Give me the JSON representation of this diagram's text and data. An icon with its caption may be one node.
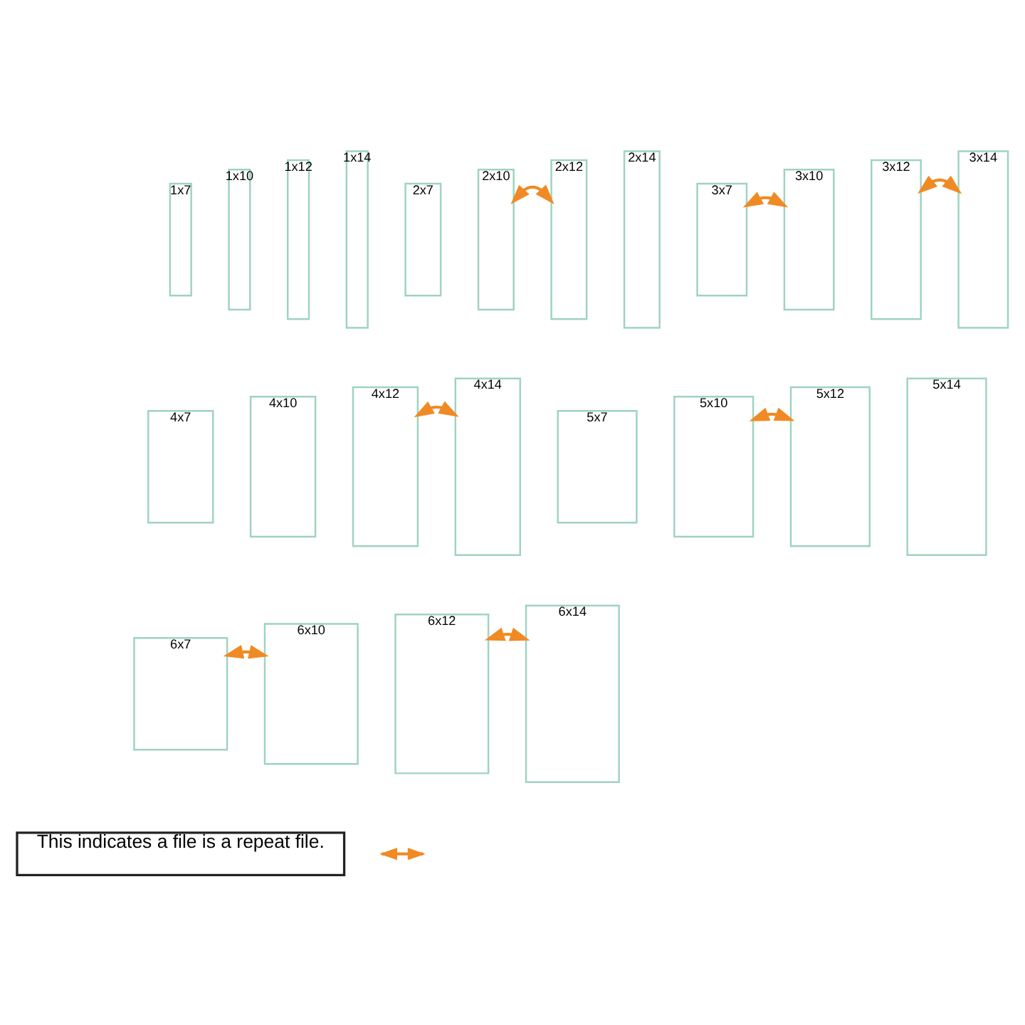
{
  "diagram": {
    "nodes": [
      {
        "text": [
          "1x7"
        ]
      },
      {
        "text": [
          "1x10"
        ]
      },
      {
        "text": [
          "1x12"
        ]
      },
      {
        "text": [
          "1x14"
        ]
      },
      {
        "text": [
          "2x7"
        ]
      },
      {
        "text": [
          "2x10"
        ]
      },
      {
        "text": [
          "2x12"
        ]
      },
      {
        "text": [
          "2x14"
        ]
      },
      {
        "text": [
          "3x7"
        ]
      },
      {
        "text": [
          "3x10"
        ]
      },
      {
        "text": [
          "3x12"
        ]
      },
      {
        "text": [
          "3x14"
        ]
      },
      {
        "text": [
          "4x7"
        ]
      },
      {
        "text": [
          "4x10"
        ]
      },
      {
        "text": [
          "4x12"
        ]
      },
      {
        "text": [
          "4x14"
        ]
      },
      {
        "text": [
          "5x7"
        ]
      },
      {
        "text": [
          "5x10"
        ]
      },
      {
        "text": [
          "5x12"
        ]
      },
      {
        "text": [
          "5x14"
        ]
      },
      {
        "text": [
          "6x7"
        ]
      },
      {
        "text": [
          "6x10"
        ]
      },
      {
        "text": [
          "6x12"
        ]
      },
      {
        "text": [
          "6x14"
        ]
      }
    ],
    "edges": [
      {
        "from": 5,
        "to": 6,
        "arrow": "both"
      },
      {
        "from": 8,
        "to": 9,
        "arrow": "both"
      },
      {
        "from": 10,
        "to": 11,
        "arrow": "both"
      },
      {
        "from": 14,
        "to": 15,
        "arrow": "both"
      },
      {
        "from": 17,
        "to": 18,
        "arrow": "both"
      },
      {
        "from": 20,
        "to": 21,
        "arrow": "both"
      },
      {
        "from": 22,
        "to": 23,
        "arrow": "both"
      }
    ],
    "legend": [
      {
        "text": "This indicates a file is a repeat file."
      }
    ]
  }
}
